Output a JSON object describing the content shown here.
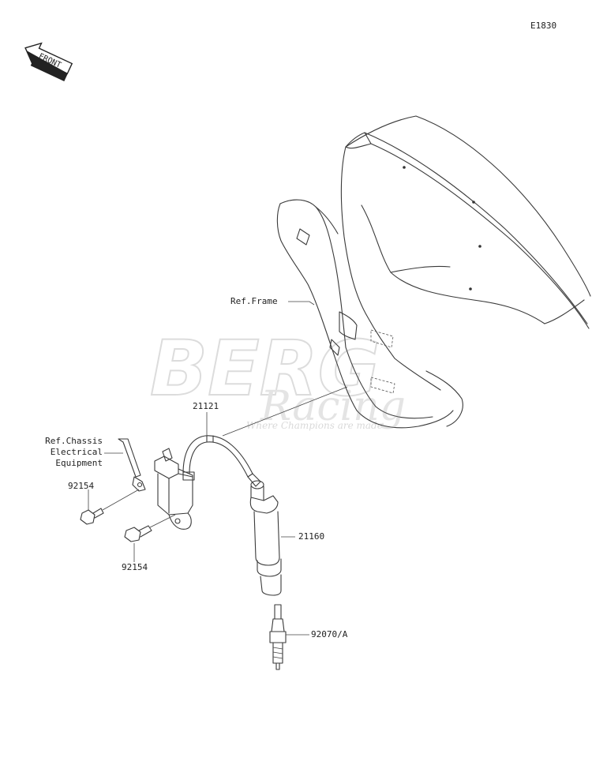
{
  "diagram": {
    "code": "E1830",
    "front_arrow_text": "FRONT",
    "watermark": {
      "main": "BERG",
      "sub": "Racing",
      "tagline": "Where Champions are made"
    },
    "parts": [
      {
        "id": "ref-frame",
        "text": "Ref.Frame"
      },
      {
        "id": "21121",
        "text": "21121"
      },
      {
        "id": "ref-chassis-1",
        "text": "Ref.Chassis"
      },
      {
        "id": "ref-chassis-2",
        "text": "Electrical"
      },
      {
        "id": "ref-chassis-3",
        "text": "Equipment"
      },
      {
        "id": "92154-a",
        "text": "92154"
      },
      {
        "id": "92154-b",
        "text": "92154"
      },
      {
        "id": "21160",
        "text": "21160"
      },
      {
        "id": "92070",
        "text": "92070/A"
      }
    ]
  }
}
